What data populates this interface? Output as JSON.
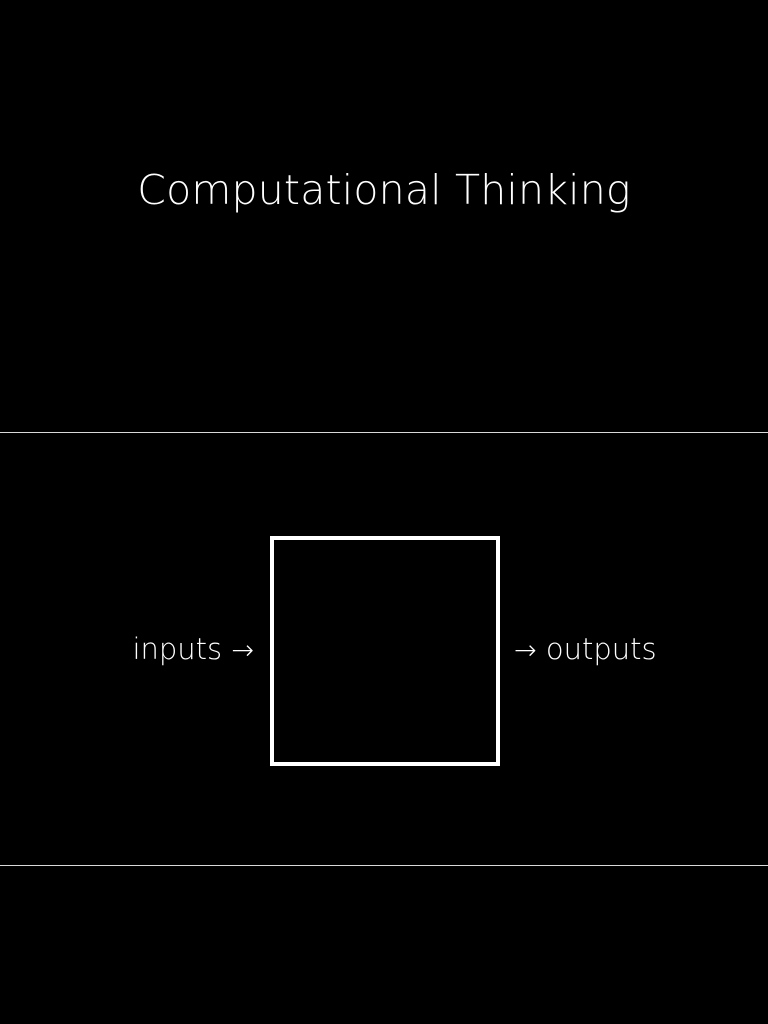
{
  "slides": [
    {
      "title": "Computational Thinking"
    },
    {
      "diagram": {
        "input_label": "inputs",
        "output_label": "outputs",
        "arrow_symbol": "→"
      }
    }
  ],
  "colors": {
    "background": "#000000",
    "foreground": "#ffffff",
    "divider": "#d9d9d9"
  }
}
